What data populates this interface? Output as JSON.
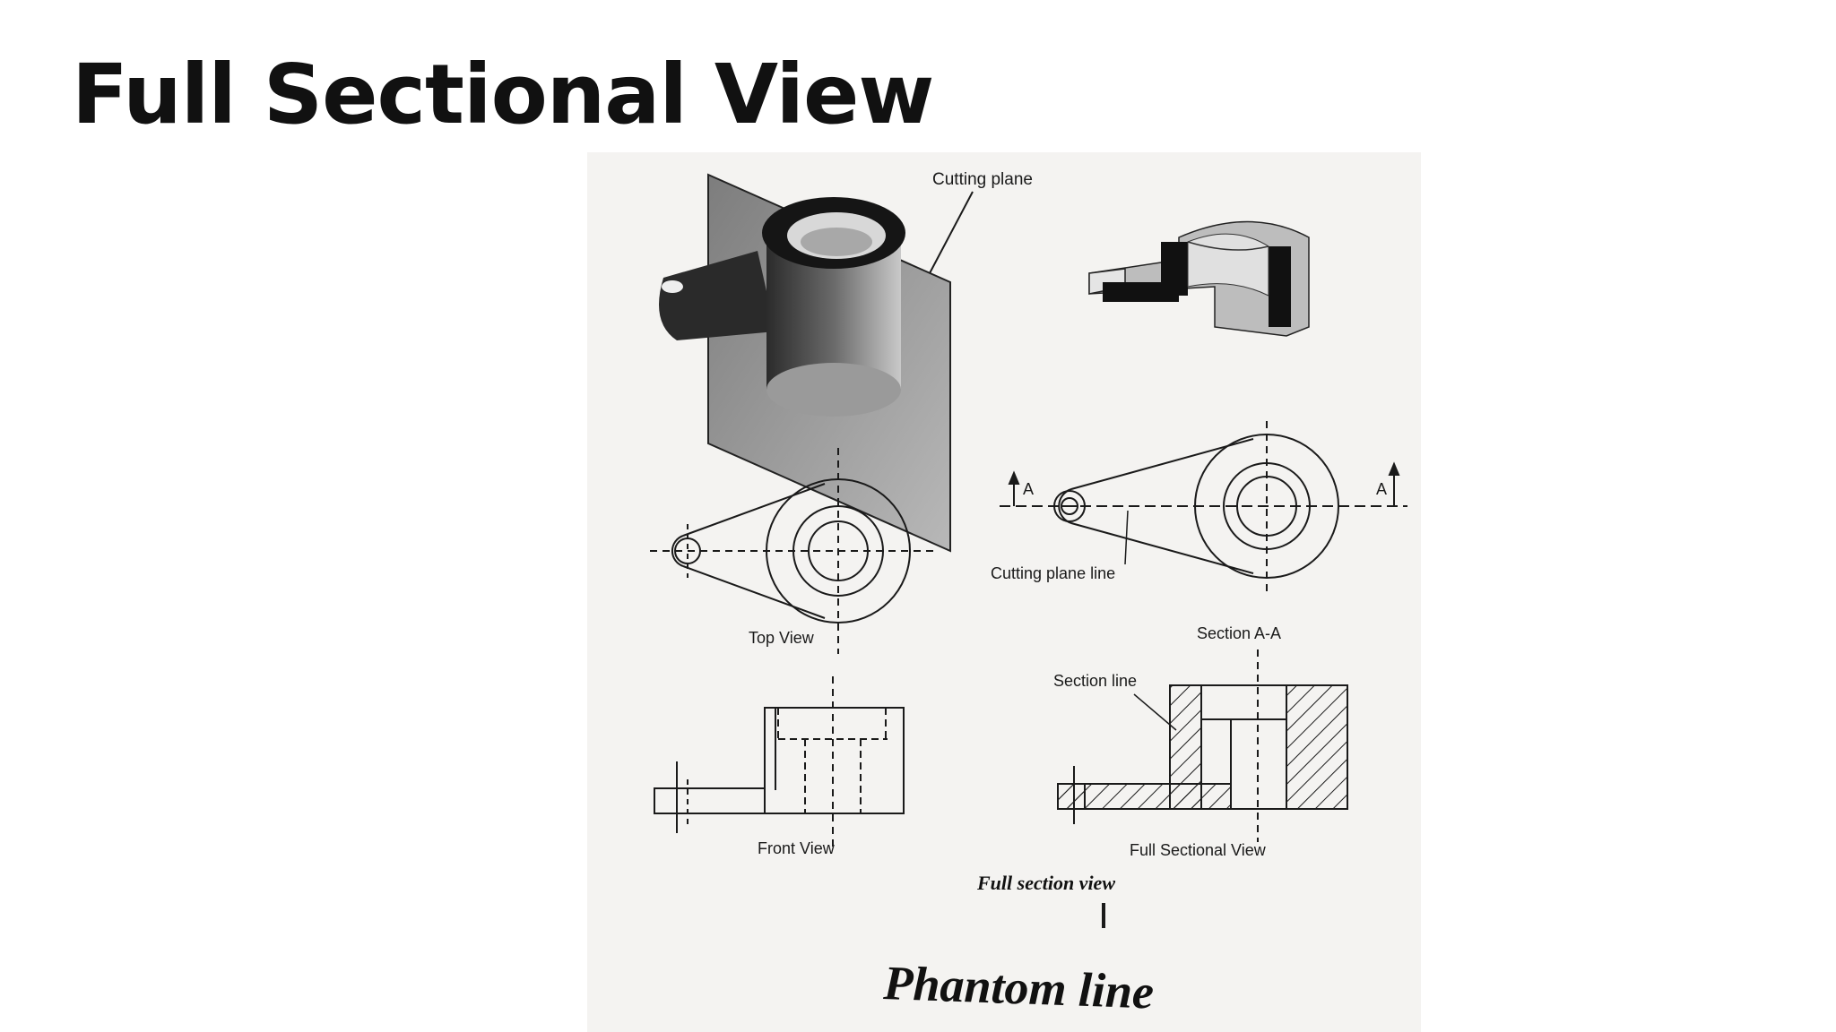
{
  "slide": {
    "title": "Full Sectional View"
  },
  "figure": {
    "labels": {
      "cutting_plane": "Cutting plane",
      "arrow_a_left": "A",
      "arrow_a_right": "A",
      "cutting_plane_line": "Cutting plane line",
      "top_view": "Top View",
      "section_a_a": "Section A-A",
      "section_line": "Section line",
      "front_view": "Front View",
      "full_sectional_view": "Full Sectional View"
    },
    "caption": "Full section view",
    "handwritten_caption": "Phantom line"
  },
  "colors": {
    "paper": "#f4f3f1",
    "ink": "#1a1a1a"
  }
}
